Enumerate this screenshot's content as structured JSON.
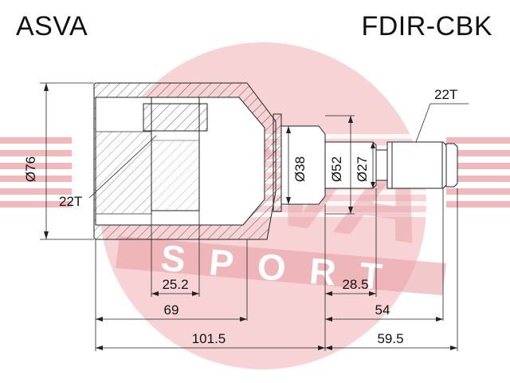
{
  "header": {
    "brand": "ASVA",
    "part_number": "FDIR-CBK"
  },
  "watermark": {
    "text_main": "ASVA",
    "text_sub": "SPORT",
    "color": "#f2c7c9"
  },
  "dimensions": {
    "outer_diameter": "Ø76",
    "inner_spline": "22T",
    "shaft_spline": "22T",
    "diameter_1": "Ø38",
    "diameter_2": "Ø52",
    "diameter_3": "Ø27",
    "inner_length": "25.2",
    "housing_length": "69",
    "total_housing_length": "101.5",
    "shaft_length_1": "28.5",
    "shaft_length_2": "54",
    "shaft_length_3": "59.5"
  },
  "colors": {
    "line": "#222222",
    "watermark": "#f2c7c9"
  }
}
